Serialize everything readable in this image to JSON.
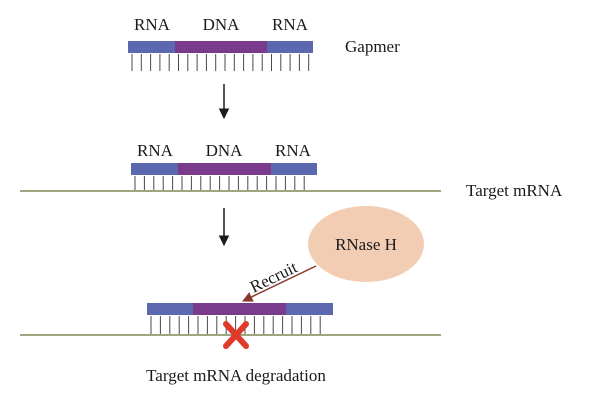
{
  "stage1": {
    "left": "RNA",
    "middle": "DNA",
    "right": "RNA",
    "caption": "Gapmer"
  },
  "stage2": {
    "left": "RNA",
    "middle": "DNA",
    "right": "RNA",
    "caption": "Target mRNA"
  },
  "stage3": {
    "enzyme": "RNase H",
    "arrow_label": "Recruit",
    "caption": "Target mRNA degradation"
  },
  "colors": {
    "rna": "#5b68b0",
    "dna": "#7b3b8c",
    "mrna": "#7d8a55",
    "enzyme_fill": "#f2cdb4",
    "recruit_arrow": "#8b3a2a",
    "cross": "#e03a2a"
  }
}
